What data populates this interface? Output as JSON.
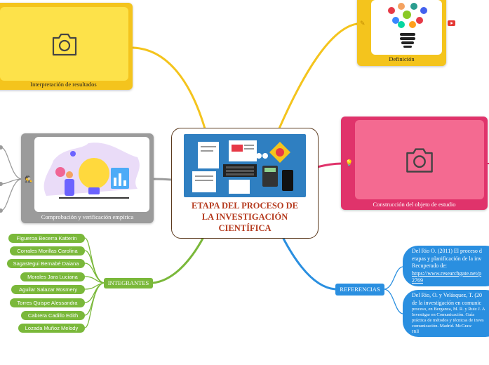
{
  "center": {
    "title_lines": [
      "ETAPA DEL PROCESO DE",
      "LA INVESTIGACIÓN",
      "CIENTÍFICA"
    ]
  },
  "topics": {
    "interpretacion": "Interpretación de resultados",
    "definicion": "Definición",
    "comprobacion": "Comprobación y verificación empírica",
    "construccion": "Construcción del objeto de estudio"
  },
  "integrantes": {
    "label": "INTEGRANTES",
    "members": [
      "Figueroa Becerra Katterin",
      "Corrales Morillas Carolina",
      "Sagastegui Bernabé Daiana",
      "Morales Jara Luciana",
      "Aguilar Salazar Rosmery",
      "Torres Quispe Alessandra",
      "Cabrera Cadillo Edith",
      "Lozada Muñoz Melody"
    ]
  },
  "referencias": {
    "label": "REFERENCIAS",
    "ref1": {
      "line1": "Del Rio O. (2011) El proceso d",
      "line2": "etapas y planificación de la inv",
      "line3": "Recuperado de:",
      "link1": "https://www.researchgate.net/p",
      "link2": "2769"
    },
    "ref2": {
      "line1": "Del Rio, O. y Velásquez, T. (20",
      "line2": "de la investigación en comunic",
      "small": [
        "proceso, en Berganza, M. R. y Ruiz J. A",
        "Investigar en Comunicación. Guía",
        "práctica de métodos y técnicas de inves",
        "comunicación. Madrid. McGraw",
        "Hill"
      ]
    }
  },
  "colors": {
    "yellow": "#f4c41d",
    "pink": "#e0336b",
    "grey": "#9b9b9b",
    "green": "#7ab83a",
    "blue": "#2a8fe0",
    "center_border": "#5b3a1e",
    "title": "#b53a1e"
  },
  "icons": {
    "placeholder": "camera-icon",
    "definicion": "pencil-icon",
    "comprobacion": "detective-icon",
    "construccion": "bulb-icon",
    "video": "youtube-icon"
  }
}
